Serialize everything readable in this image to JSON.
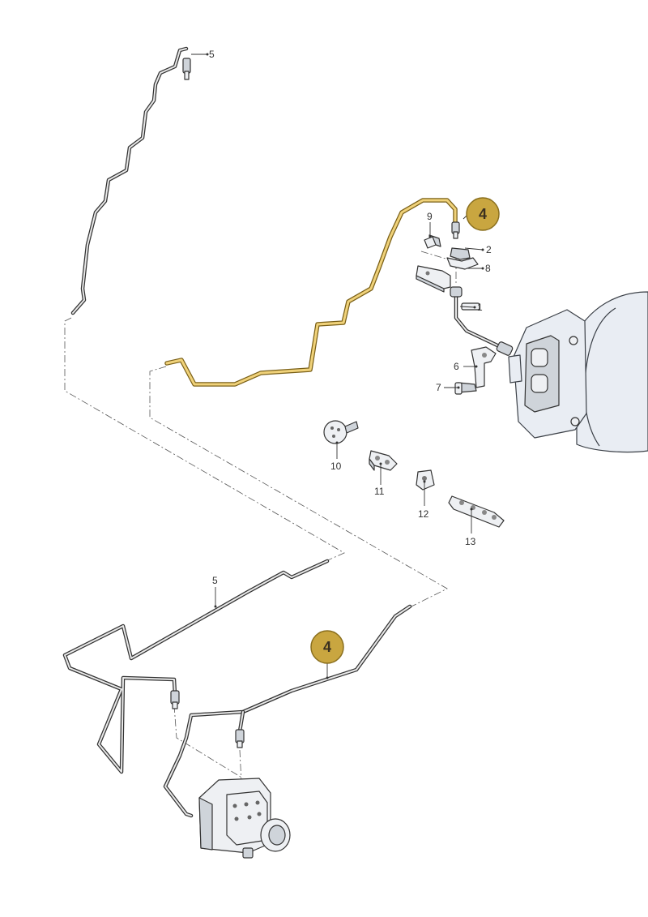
{
  "labels": {
    "p1": "1",
    "p2": "2",
    "p5_top": "5",
    "p5_bottom": "5",
    "p6": "6",
    "p7": "7",
    "p8": "8",
    "p9": "9",
    "p10": "10",
    "p11": "11",
    "p12": "12",
    "p13": "13"
  },
  "badges": {
    "top": "4",
    "bottom": "4"
  },
  "colors": {
    "highlight_pipe": "#e2b94a",
    "badge_fill": "#c9a640",
    "badge_stroke": "#8a6f1e",
    "line": "#333333"
  }
}
